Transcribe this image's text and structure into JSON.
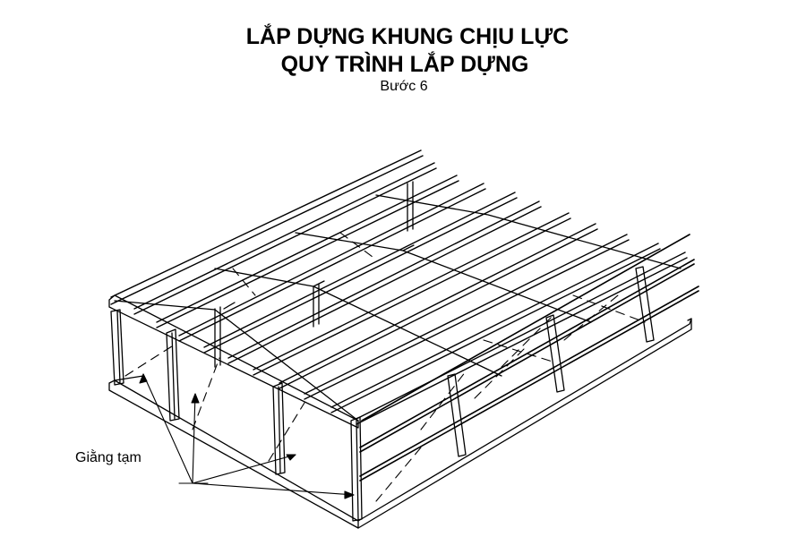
{
  "header": {
    "title_line_1": "LẮP DỰNG KHUNG CHỊU LỰC",
    "title_line_2": "QUY TRÌNH LẮP DỰNG",
    "step": "Bước 6"
  },
  "diagram": {
    "subject": "steel-frame-building-erection",
    "callouts": [
      {
        "label": "Giằng tạm"
      }
    ],
    "colors": {
      "background": "#ffffff",
      "line": "#000000"
    }
  }
}
